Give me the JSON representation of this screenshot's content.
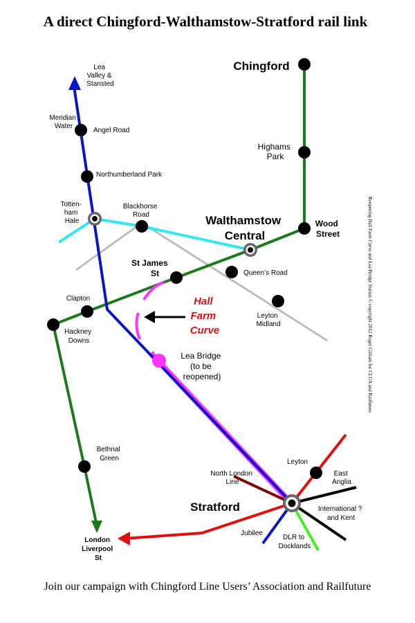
{
  "title": "A direct Chingford-Walthamstow-Stratford rail link",
  "footer": "Join our campaign with Chingford Line Users’ Association and Railfuture",
  "side_note": "Reopening Hall Farm Curve and Lea Bridge Station © copyright 2012 Roger Gilliam for CLUA and Railfuture",
  "colors": {
    "lea_valley_line": "#0a14c8",
    "chingford_line": "#1c7a1c",
    "gospel_oak_line": "#33e6f0",
    "grey_line": "#bdbdbd",
    "proposed": "#ff33ff",
    "red_line": "#e01010",
    "north_london_line": "#7a0a0a",
    "dlr_line": "#44ee22",
    "annotation": "#dd1111"
  },
  "labels": {
    "lea_valley_stansted": [
      "Lea",
      "Valley &",
      "Stansted"
    ],
    "meridian_water": [
      "Meridian",
      "Water"
    ],
    "angel_road": "Angel Road",
    "northumberland_park": "Northumberland Park",
    "tottenham_hale": [
      "Totten-",
      "ham",
      "Hale"
    ],
    "blackhorse_road": [
      "Blackhorse",
      "Road"
    ],
    "chingford": "Chingford",
    "highams_park": [
      "Highams",
      "Park"
    ],
    "wood_street": [
      "Wood",
      "Street"
    ],
    "walthamstow_central": [
      "Walthamstow",
      "Central"
    ],
    "queens_road": "Queen’s Road",
    "st_james_st": [
      "St James",
      "St"
    ],
    "clapton": "Clapton",
    "hackney_downs": [
      "Hackney",
      "Downs"
    ],
    "hall_farm_curve": [
      "Hall",
      "Farm",
      "Curve"
    ],
    "leyton_midland": [
      "Leyton",
      "Midland"
    ],
    "lea_bridge": [
      "Lea Bridge",
      "(to be",
      "reopened)"
    ],
    "bethnal_green": [
      "Bethnal",
      "Green"
    ],
    "leyton": "Leyton",
    "east_anglia": [
      "East",
      "Anglia"
    ],
    "north_london_line": [
      "North London",
      "Line"
    ],
    "stratford": "Stratford",
    "international_kent": [
      "International ?",
      "and Kent"
    ],
    "jubilee": "Jubilee",
    "dlr_docklands": [
      "DLR to",
      "Docklands"
    ],
    "london_liverpool_st": [
      "London",
      "Liverpool",
      "St"
    ]
  }
}
